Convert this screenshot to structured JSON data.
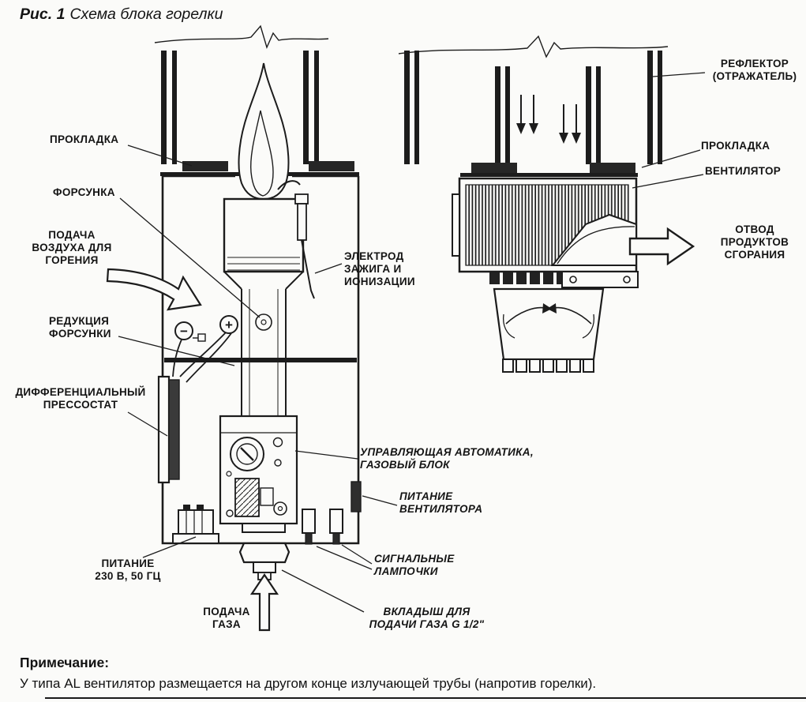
{
  "title": {
    "fig": "Рис. 1",
    "text": "Схема блока горелки"
  },
  "labels": {
    "prokladka_left": "ПРОКЛАДКА",
    "forsunka": "ФОРСУНКА",
    "podacha_vozduha": "ПОДАЧА\nВОЗДУХА ДЛЯ\nГОРЕНИЯ",
    "redukcia": "РЕДУКЦИЯ\nФОРСУНКИ",
    "pressostat": "ДИФФЕРЕНЦИАЛЬНЫЙ\nПРЕССОСТАТ",
    "electrod": "ЭЛЕКТРОД\nЗАЖИГА И\nИОНИЗАЦИИ",
    "avtomatika": "УПРАВЛЯЮЩАЯ АВТОМАТИКА,\nГАЗОВЫЙ БЛОК",
    "pitanie_ventilyatora": "ПИТАНИЕ\nВЕНТИЛЯТОРА",
    "pitanie_230": "ПИТАНИЕ\n230 В, 50 ГЦ",
    "signalnye": "СИГНАЛЬНЫЕ\nЛАМПОЧКИ",
    "podacha_gaza": "ПОДАЧА\nГАЗА",
    "vkladysh": "ВКЛАДЫШ ДЛЯ\nПОДАЧИ ГАЗА G 1/2\"",
    "reflektor": "РЕФЛЕКТОР\n(ОТРАЖАТЕЛЬ)",
    "prokladka_right": "ПРОКЛАДКА",
    "ventilyator": "ВЕНТИЛЯТОР",
    "otvod": "ОТВОД\nПРОДУКТОВ\nСГОРАНИЯ"
  },
  "symbols": {
    "plus": "+",
    "minus": "−"
  },
  "note": {
    "heading": "Примечание:",
    "text": "У типа AL вентилятор размещается на другом конце излучающей трубы  (напротив горелки)."
  },
  "ink_color": "#1c1c1c",
  "paper_color": "#fbfbf9"
}
